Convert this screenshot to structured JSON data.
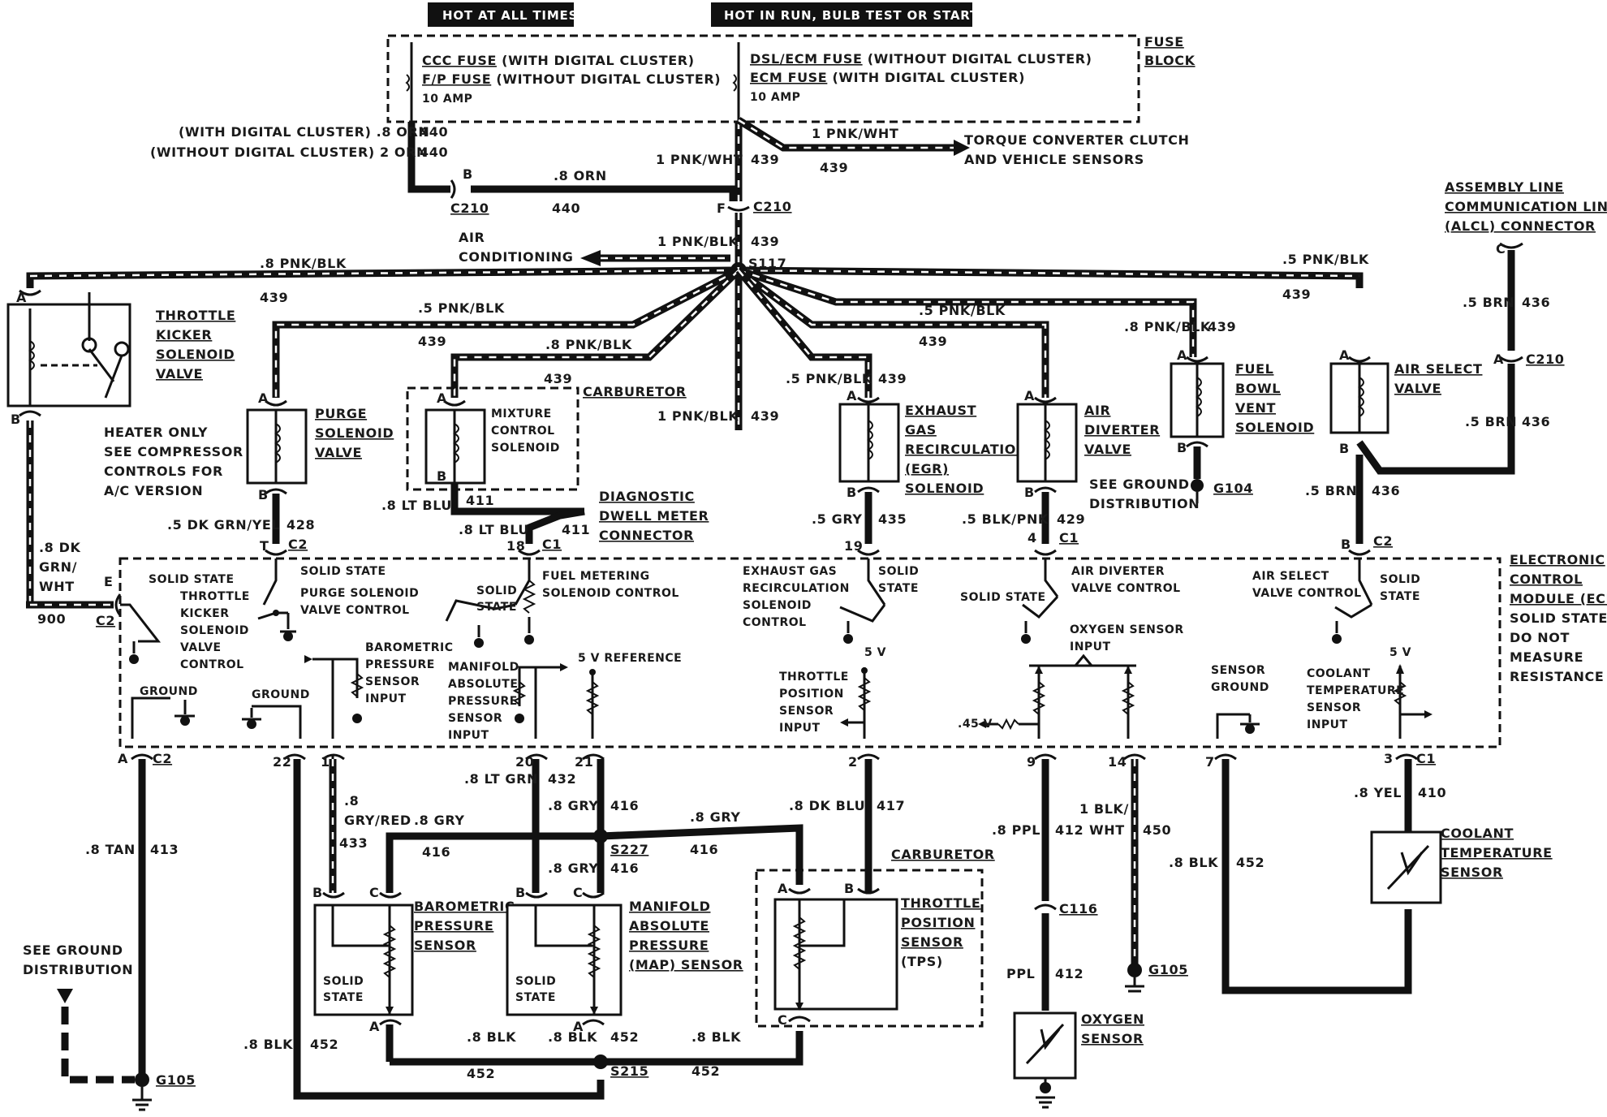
{
  "headers": {
    "hot_at_all_times": "HOT AT ALL TIMES",
    "hot_in_run": "HOT IN RUN, BULB TEST OR START"
  },
  "fuse_block": {
    "label_1": "FUSE",
    "label_2": "BLOCK",
    "left_line1_name": "CCC FUSE",
    "left_line1_note": "(WITH DIGITAL CLUSTER)",
    "left_line2_name": "F/P FUSE",
    "left_line2_note": "(WITHOUT DIGITAL CLUSTER)",
    "left_amp": "10 AMP",
    "right_line1_name": "DSL/ECM FUSE",
    "right_line1_note": "(WITHOUT DIGITAL CLUSTER)",
    "right_line2_name": "ECM FUSE",
    "right_line2_note": "(WITH DIGITAL CLUSTER)",
    "right_amp": "10 AMP"
  },
  "wire_labels": {
    "with_digital": "(WITH DIGITAL CLUSTER) .8 ORN",
    "without_digital": "(WITHOUT DIGITAL CLUSTER)  2 ORN",
    "c440a": "440",
    "c440b": "440",
    "pnk_wht_1": "1 PNK/WHT",
    "c439_top": "439",
    "pnk_wht_tcc": "1 PNK/WHT",
    "c439_tcc": "439",
    "tcc_1": "TORQUE CONVERTER CLUTCH",
    "tcc_2": "AND VEHICLE SENSORS",
    "orn_8": ".8 ORN",
    "c440c": "440",
    "b_pin": "B",
    "c210_left": "C210",
    "f_pin": "F",
    "c210_mid": "C210",
    "air_1": "AIR",
    "air_2": "CONDITIONING",
    "pnk_blk_1": "1 PNK/BLK",
    "c439_ac": "439",
    "s117": "S117",
    "pnk_blk_8_left": ".8 PNK/BLK",
    "c439_left": "439",
    "pnk_blk_5_right": ".5 PNK/BLK",
    "c439_right": "439",
    "pnk_blk_5_purge": ".5 PNK/BLK",
    "c439_purge": "439",
    "pnk_blk_8_carb": ".8 PNK/BLK",
    "c439_carb": "439",
    "pnk_blk_5_air": ".5 PNK/BLK",
    "c439_air": "439",
    "pnk_blk_8_fuel": ".8 PNK/BLK",
    "c439_fuel": "439",
    "pnk_blk_5_egr": ".5 PNK/BLK",
    "c439_egr": "439",
    "pnk_blk_1_down": "1 PNK/BLK",
    "c439_down": "439",
    "alcl_1": "ASSEMBLY LINE",
    "alcl_2": "COMMUNICATION LINK",
    "alcl_3": "(ALCL) CONNECTOR",
    "alcl_c": "C",
    "brn_5a": ".5 BRN",
    "c436a": "436",
    "a_c210r": "A",
    "c210_right": "C210",
    "brn_5b": ".5 BRN",
    "c436b": "436",
    "brn_5c": ".5 BRN",
    "c436c": "436",
    "dk_grn_yel": ".5 DK GRN/YEL",
    "c428": "428",
    "lt_blu_8a": ".8 LT BLU",
    "c411a": "411",
    "lt_blu_8b": ".8 LT BLU",
    "c411b": "411",
    "dwell_1": "DIAGNOSTIC",
    "dwell_2": "DWELL METER",
    "dwell_3": "CONNECTOR",
    "gry_5": ".5 GRY",
    "c435": "435",
    "blk_pnk": ".5 BLK/PNK",
    "c429": "429",
    "see_ground_1": "SEE GROUND",
    "see_ground_2": "DISTRIBUTION",
    "g104": "G104",
    "dk_grn_1": ".8 DK",
    "dk_grn_2": "GRN/",
    "dk_grn_3": "WHT",
    "c900": "900",
    "heater_1": "HEATER ONLY",
    "heater_2": "SEE COMPRESSOR",
    "heater_3": "CONTROLS FOR",
    "heater_4": "A/C VERSION",
    "tan_8": ".8 TAN",
    "c413": "413",
    "see_ground_b1": "SEE GROUND",
    "see_ground_b2": "DISTRIBUTION",
    "g105_left": "G105",
    "gry_red_1": ".8",
    "gry_red_2": "GRY/RED",
    "c433": "433",
    "gry_8a": ".8 GRY",
    "c416a": "416",
    "lt_grn": ".8 LT GRN",
    "c432": "432",
    "gry_8b": ".8 GRY",
    "c416b": "416",
    "gry_8c": ".8 GRY",
    "c416c": "416",
    "s227": "S227",
    "gry_8d": ".8 GRY",
    "c416d": "416",
    "dk_blu": ".8 DK BLU",
    "c417": "417",
    "blk_8_left": ".8 BLK",
    "c452_left": "452",
    "blk_8a": ".8 BLK",
    "blk_8b": ".8 BLK",
    "c452a": "452",
    "blk_8c": ".8 BLK",
    "c452b": "452",
    "c452c": "452",
    "s215": "S215",
    "ppl_8": ".8 PPL",
    "c412a": "412",
    "c116": "C116",
    "ppl": "PPL",
    "c412b": "412",
    "blk_wht_1": "1 BLK/",
    "blk_wht_2": "WHT",
    "c450": "450",
    "g105_mid": "G105",
    "blk_8_right": ".8 BLK",
    "c452_right": "452",
    "yel_8": ".8 YEL",
    "c410": "410"
  },
  "components": {
    "throttle_kicker": [
      "THROTTLE",
      "KICKER",
      "SOLENOID",
      "VALVE"
    ],
    "purge": [
      "PURGE",
      "SOLENOID",
      "VALVE"
    ],
    "carburetor_top": "CARBURETOR",
    "mixture": [
      "MIXTURE",
      "CONTROL",
      "SOLENOID"
    ],
    "egr": [
      "EXHAUST",
      "GAS",
      "RECIRCULATION",
      "(EGR)",
      "SOLENOID"
    ],
    "air_diverter": [
      "AIR",
      "DIVERTER",
      "VALVE"
    ],
    "fuel_bowl": [
      "FUEL",
      "BOWL",
      "VENT",
      "SOLENOID"
    ],
    "air_select": [
      "AIR SELECT",
      "VALVE"
    ],
    "baro": [
      "BAROMETRIC",
      "PRESSURE",
      "SENSOR"
    ],
    "map": [
      "MANIFOLD",
      "ABSOLUTE",
      "PRESSURE",
      "(MAP) SENSOR"
    ],
    "tps": [
      "THROTTLE",
      "POSITION",
      "SENSOR",
      "(TPS)"
    ],
    "carburetor_bottom": "CARBURETOR",
    "oxygen": [
      "OXYGEN",
      "SENSOR"
    ],
    "coolant": [
      "COOLANT",
      "TEMPERATURE",
      "SENSOR"
    ],
    "solid_state_a": [
      "SOLID",
      "STATE"
    ],
    "solid_state_b": [
      "SOLID",
      "STATE"
    ]
  },
  "ecm": {
    "title": [
      "ELECTRONIC",
      "CONTROL",
      "MODULE (ECM)",
      "SOLID STATE:",
      "DO NOT",
      "MEASURE",
      "RESISTANCE"
    ],
    "tk_ctrl": [
      "SOLID STATE",
      "THROTTLE",
      "KICKER",
      "SOLENOID",
      "VALVE",
      "CONTROL"
    ],
    "purge_ctrl": [
      "SOLID STATE",
      "PURGE SOLENOID",
      "VALVE CONTROL"
    ],
    "fuel_ctrl": [
      "FUEL METERING",
      "SOLENOID CONTROL"
    ],
    "fuel_ss": [
      "SOLID",
      "STATE"
    ],
    "egr_ctrl": [
      "EXHAUST GAS",
      "RECIRCULATION",
      "SOLENOID",
      "CONTROL"
    ],
    "egr_ss": [
      "SOLID",
      "STATE"
    ],
    "air_div_ss": "SOLID STATE",
    "air_div_ctrl": [
      "AIR DIVERTER",
      "VALVE CONTROL"
    ],
    "air_sel_ctrl": [
      "AIR SELECT",
      "VALVE CONTROL"
    ],
    "air_sel_ss": [
      "SOLID",
      "STATE"
    ],
    "oxygen_input": [
      "OXYGEN SENSOR",
      "INPUT"
    ],
    "baro_input": [
      "BAROMETRIC",
      "PRESSURE",
      "SENSOR",
      "INPUT"
    ],
    "map_input": [
      "MANIFOLD",
      "ABSOLUTE",
      "PRESSURE",
      "SENSOR",
      "INPUT"
    ],
    "ref_5v": "5 V  REFERENCE",
    "tps_input": [
      "THROTTLE",
      "POSITION",
      "SENSOR",
      "INPUT"
    ],
    "tps_5v": "5 V",
    "sensor_ground": [
      "SENSOR",
      "GROUND"
    ],
    "coolant_input": [
      "COOLANT",
      "TEMPERATURE",
      "SENSOR",
      "INPUT"
    ],
    "coolant_5v": "5 V",
    "o2_45v": ".45 V",
    "ground1": "GROUND",
    "ground2": "GROUND"
  },
  "pins": {
    "tk_a": "A",
    "tk_b": "B",
    "purge_a": "A",
    "purge_b": "B",
    "mix_a": "A",
    "mix_b": "B",
    "egr_a": "A",
    "egr_b": "B",
    "ad_a": "A",
    "ad_b": "B",
    "fb_a": "A",
    "fb_b": "B",
    "as_a": "A",
    "as_b": "B",
    "t_c2": "T",
    "c2_t": "C2",
    "n18": "18",
    "c1_18": "C1",
    "n19": "19",
    "n4": "4",
    "c1_4": "C1",
    "b_c2r": "B",
    "c2_b": "C2",
    "e_c2": "E",
    "c2_e": "C2",
    "a_c2": "A",
    "c2_a": "C2",
    "n22": "22",
    "n1": "1",
    "n20": "20",
    "n21": "21",
    "n2": "2",
    "n9": "9",
    "n14": "14",
    "n7": "7",
    "n3": "3",
    "c1_3": "C1",
    "baro_b": "B",
    "baro_c": "C",
    "baro_a": "A",
    "map_b": "B",
    "map_c": "C",
    "map_a": "A",
    "tps_a": "A",
    "tps_b": "B",
    "tps_c": "C"
  },
  "colors": {
    "ink": "#111111",
    "paper": "#ffffff"
  }
}
